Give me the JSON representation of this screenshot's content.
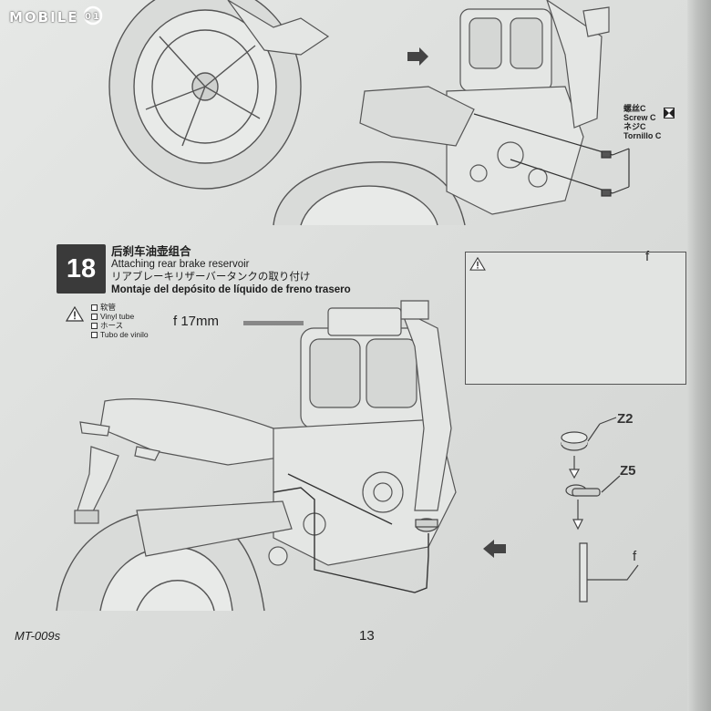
{
  "watermark": {
    "text": "MOBILE",
    "logo_glyph": "01"
  },
  "screw": {
    "zh": "螺丝C",
    "en": "Screw C",
    "ja": "ネジC",
    "es": "Tornillo C"
  },
  "step": {
    "number": "18",
    "title_zh": "后刹车油壶组合",
    "title_en": "Attaching rear brake reservoir",
    "title_ja": "リアブレーキリザーバータンクの取り付け",
    "title_es": "Montaje del depósito de líquido de freno trasero"
  },
  "part": {
    "zh": "软管",
    "en": "Vinyl tube",
    "ja": "ホース",
    "es": "Tubo de vinilo"
  },
  "tube_length": "f 17mm",
  "callouts": {
    "f_inset": "f",
    "z2": "Z2",
    "z5": "Z5",
    "f_lower": "f"
  },
  "footer": {
    "model": "MT-009s",
    "page": "13"
  },
  "colors": {
    "step_box": "#3a3a3a",
    "paper": "#e3e5e3",
    "line": "#555555"
  }
}
